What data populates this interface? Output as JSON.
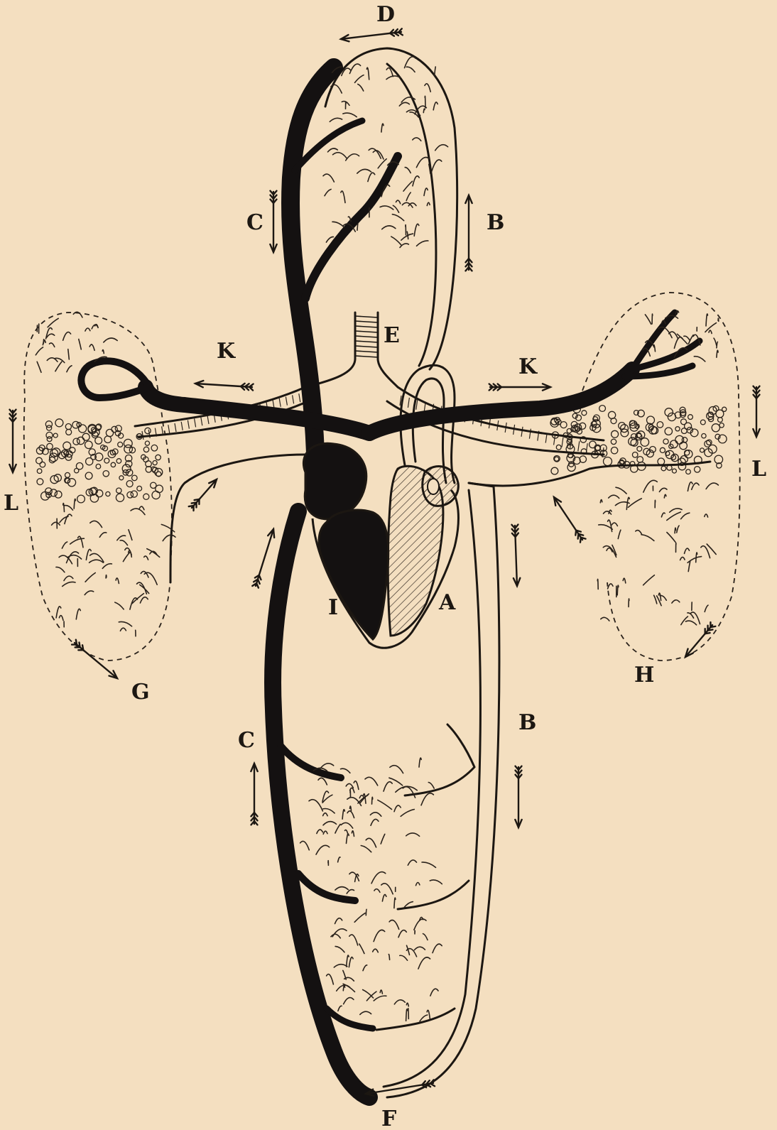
{
  "figure": {
    "background": "#f4dfc0",
    "ink": "#1c1712",
    "venous_fill": "#141111",
    "labels": {
      "A": "A",
      "B_top": "B",
      "B_bottom": "B",
      "C_top": "C",
      "C_bottom": "C",
      "D": "D",
      "E": "E",
      "F": "F",
      "G": "G",
      "H": "H",
      "I": "I",
      "K_left": "K",
      "K_right": "K",
      "L_left": "L",
      "L_right": "L"
    }
  }
}
